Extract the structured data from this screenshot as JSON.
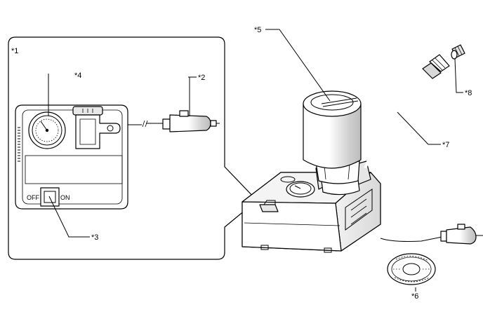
{
  "callouts": {
    "c1": "*1",
    "c2": "*2",
    "c3": "*3",
    "c4": "*4",
    "c5": "*5",
    "c6": "*6",
    "c7": "*7",
    "c8": "*8"
  },
  "switch": {
    "off_label": "OFF",
    "on_label": "ON"
  },
  "colors": {
    "line": "#000000",
    "shade_dark": "#d0d0d0",
    "shade_light": "#ececec",
    "background": "#ffffff"
  }
}
